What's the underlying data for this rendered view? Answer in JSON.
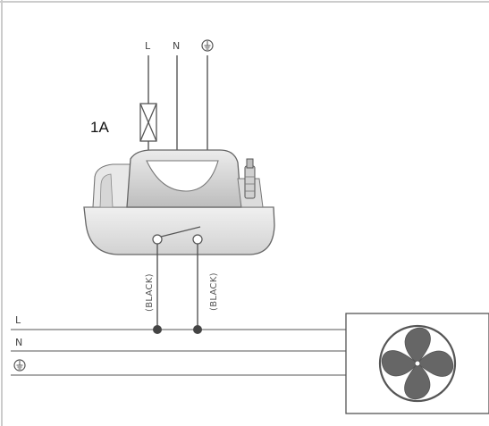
{
  "supply_labels": {
    "live": "L",
    "neutral": "N"
  },
  "fuse": {
    "rating": "1A"
  },
  "wire_labels": {
    "left": "(BLACK)",
    "right": "(BLACK)"
  },
  "mains_labels": {
    "live": "L",
    "neutral": "N"
  },
  "icons": [
    "earth-symbol-icon",
    "fan-icon"
  ],
  "colors": {
    "line": "#555555",
    "node": "#444444",
    "device_fill": "#e6e6e6",
    "fan_blade": "#666666"
  }
}
